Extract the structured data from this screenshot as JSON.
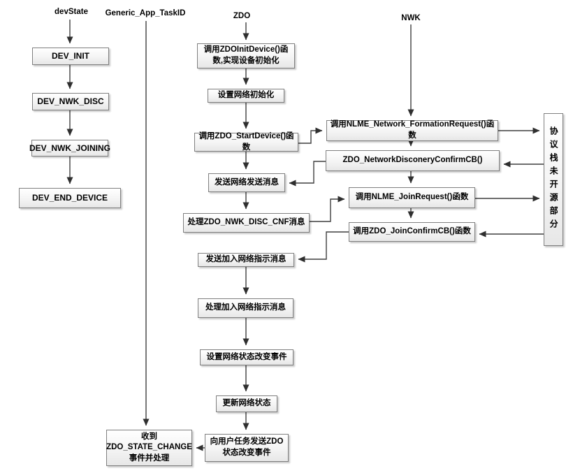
{
  "column_labels": {
    "dev_state": "devState",
    "generic_app_task_id": "Generic_App_TaskID",
    "zdo": "ZDO",
    "nwk": "NWK"
  },
  "nodes": {
    "dev_init": "DEV_INIT",
    "dev_nwk_disc": "DEV_NWK_DISC",
    "dev_nwk_joining": "DEV_NWK_JOINING",
    "dev_end_device": "DEV_END_DEVICE",
    "zdo_init_device": "调用ZDOInitDevice()函\n数,实现设备初始化",
    "set_network_init": "设置网络初始化",
    "zdo_start_device": "调用ZDO_StartDevice()函数",
    "send_network_send_msg": "发送网络发送消息",
    "handle_zdo_nwk_disc_cnf": "处理ZDO_NWK_DISC_CNF消息",
    "send_join_network_indication": "发送加入网络指示消息",
    "handle_join_network_indication": "处理加入网络指示消息",
    "set_network_state_change_event": "设置网络状态改变事件",
    "update_network_state": "更新网络状态",
    "send_zdo_state_change_to_user_task": "向用户任务发送ZDO\n状态改变事件",
    "receive_zdo_state_change": "收到\nZDO_STATE_CHANGE\n事件并处理",
    "nlme_network_formation_request": "调用NLME_Network_FormationRequest()函数",
    "zdo_network_disconery_confirm_cb": "ZDO_NetworkDisconeryConfirmCB()",
    "nlme_join_request": "调用NLME_JoinRequest()函数",
    "zdo_join_confirm_cb": "调用ZDO_JoinConfirmCB()函数",
    "protocol_stack_closed_source": "协议栈未开源部分"
  },
  "colors": {
    "line": "#3f3f3f",
    "box_border": "#7f7f7f",
    "box_fill": "#f4f4f4",
    "text": "#000000"
  }
}
